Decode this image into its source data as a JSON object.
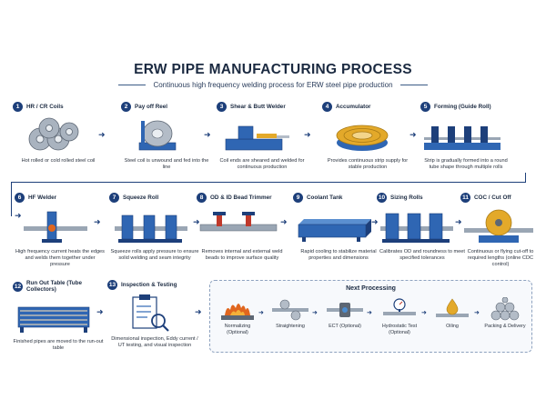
{
  "header": {
    "title": "ERW PIPE MANUFACTURING PROCESS",
    "subtitle": "Continuous high frequency welding process for ERW steel pipe production"
  },
  "steps": [
    {
      "num": "1",
      "title": "HR / CR Coils",
      "desc": "Hot rolled or cold rolled steel coil"
    },
    {
      "num": "2",
      "title": "Pay off Reel",
      "desc": "Steel coil is unwound and fed into the line"
    },
    {
      "num": "3",
      "title": "Shear & Butt Welder",
      "desc": "Coil ends are sheared and welded for continuous production"
    },
    {
      "num": "4",
      "title": "Accumulator",
      "desc": "Provides continuous strip supply for stable production"
    },
    {
      "num": "5",
      "title": "Forming (Guide Roll)",
      "desc": "Strip is gradually formed into a round tube shape through multiple rolls"
    },
    {
      "num": "6",
      "title": "HF Welder",
      "desc": "High frequency current heats the edges and welds them together under pressure"
    },
    {
      "num": "7",
      "title": "Squeeze Roll",
      "desc": "Squeeze rolls apply pressure to ensure solid welding and seam integrity"
    },
    {
      "num": "8",
      "title": "OD & ID Bead Trimmer",
      "desc": "Removes internal and external weld beads to improve surface quality"
    },
    {
      "num": "9",
      "title": "Coolant Tank",
      "desc": "Rapid cooling to stabilize material properties and dimensions"
    },
    {
      "num": "10",
      "title": "Sizing Rolls",
      "desc": "Calibrates OD and roundness to meet specified tolerances"
    },
    {
      "num": "11",
      "title": "COC / Cut Off",
      "desc": "Continuous or flying cut-off to required lengths (online CDC control)"
    },
    {
      "num": "12",
      "title": "Run Out Table (Tube Collectors)",
      "desc": "Finished pipes are moved to the run-out table"
    },
    {
      "num": "13",
      "title": "Inspection & Testing",
      "desc": "Dimensional inspection, Eddy current / UT testing, and visual inspection"
    }
  ],
  "next_processing": {
    "title": "Next Processing",
    "items": [
      {
        "label": "Normalizing (Optional)"
      },
      {
        "label": "Straightening"
      },
      {
        "label": "ECT (Optional)"
      },
      {
        "label": "Hydrostatic Test (Optional)"
      },
      {
        "label": "Oiling"
      },
      {
        "label": "Packing & Delivery"
      }
    ]
  },
  "colors": {
    "navy": "#1d3f7a",
    "steel": "#9aa6b4",
    "blue_machine": "#2f66b3",
    "accent_yellow": "#e3a92a",
    "flame": "#e0661e",
    "coolant": "#4a8cd0"
  },
  "icons": [
    "coil-stack-icon",
    "payoff-reel-icon",
    "butt-welder-icon",
    "accumulator-icon",
    "forming-rolls-icon",
    "hf-welder-icon",
    "squeeze-roll-icon",
    "bead-trimmer-icon",
    "coolant-tank-icon",
    "sizing-rolls-icon",
    "cut-off-saw-icon",
    "run-out-table-icon",
    "inspection-icon",
    "flame-icon",
    "straightener-icon",
    "ect-icon",
    "hydro-test-icon",
    "oil-drop-icon",
    "pipe-bundle-icon"
  ]
}
